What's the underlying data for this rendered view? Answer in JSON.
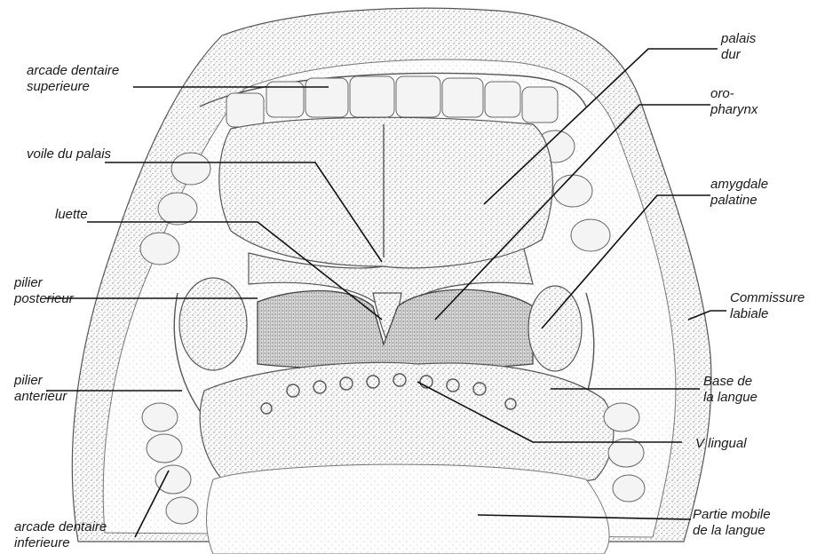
{
  "labels": {
    "arcade_sup_1": "arcade dentaire",
    "arcade_sup_2": "superieure",
    "voile": "voile du palais",
    "luette": "luette",
    "pilier_post_1": "pilier",
    "pilier_post_2": "posterieur",
    "pilier_ant_1": "pilier",
    "pilier_ant_2": "anterieur",
    "arcade_inf_1": "arcade dentaire",
    "arcade_inf_2": "inferieure",
    "palais_1": "palais",
    "palais_2": "dur",
    "oro_1": "oro-",
    "oro_2": "pharynx",
    "amygdale_1": "amygdale",
    "amygdale_2": "palatine",
    "commissure_1": "Commissure",
    "commissure_2": "labiale",
    "base_1": "Base de",
    "base_2": "la langue",
    "vlingual": "V lingual",
    "partie_1": "Partie mobile",
    "partie_2": "de la langue"
  }
}
